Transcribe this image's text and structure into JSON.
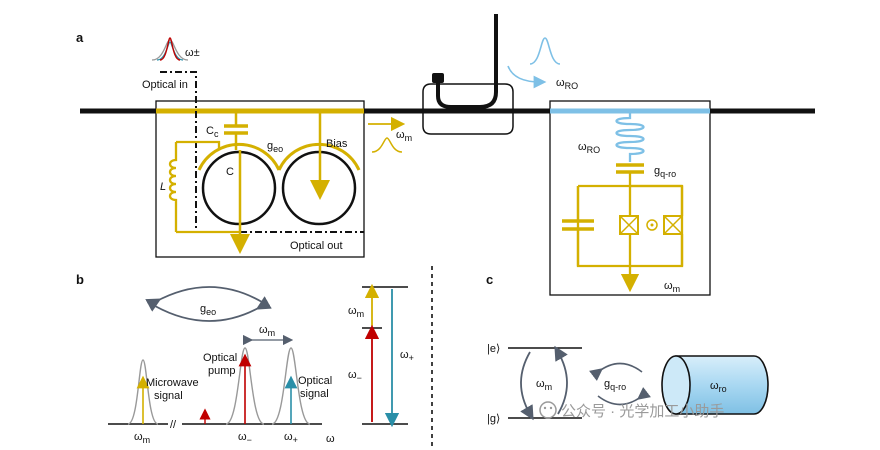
{
  "panels": {
    "a": "a",
    "b": "b",
    "c": "c"
  },
  "panel_a": {
    "optical_in": "Optical in",
    "omega_pm": "ω±",
    "Cc": "C",
    "Cc_sub": "c",
    "geo": "g",
    "geo_sub": "eo",
    "C": "C",
    "L": "L",
    "bias": "Bias",
    "optical_out": "Optical out",
    "omega_m": "ω",
    "omega_m_sub": "m",
    "omega_RO_top": "ω",
    "omega_RO_top_sub": "RO",
    "omega_RO_res": "ω",
    "omega_RO_res_sub": "RO",
    "gq_ro": "g",
    "gq_ro_sub": "q-ro",
    "omega_m_right": "ω",
    "omega_m_right_sub": "m"
  },
  "panel_b": {
    "geo": "g",
    "geo_sub": "eo",
    "omega_m": "ω",
    "omega_m_sub": "m",
    "optical_pump": [
      "Optical",
      "pump"
    ],
    "microwave_signal": [
      "Microwave",
      "signal"
    ],
    "optical_signal": [
      "Optical",
      "signal"
    ],
    "axis_omega": "ω",
    "tick_omega_m": "ω",
    "tick_omega_m_sub": "m",
    "tick_omega_minus": "ω",
    "tick_omega_minus_sub": "−",
    "tick_omega_plus": "ω",
    "tick_omega_plus_sub": "+",
    "level_omega_m": "ω",
    "level_omega_m_sub": "m",
    "level_omega_minus": "ω",
    "level_omega_minus_sub": "−",
    "level_omega_plus": "ω",
    "level_omega_plus_sub": "+"
  },
  "panel_c": {
    "ket_e": "|e⟩",
    "ket_g": "|g⟩",
    "omega_m": "ω",
    "omega_m_sub": "m",
    "gq_ro": "g",
    "gq_ro_sub": "q-ro",
    "omega_ro": "ω",
    "omega_ro_sub": "ro"
  },
  "watermark": "公众号 · 光学加工小助手",
  "colors": {
    "gold": "#d4b000",
    "blue": "#7ec0e6",
    "red": "#c00000",
    "teal": "#2a8fa8",
    "gray": "#888888",
    "slate": "#555f6e"
  }
}
